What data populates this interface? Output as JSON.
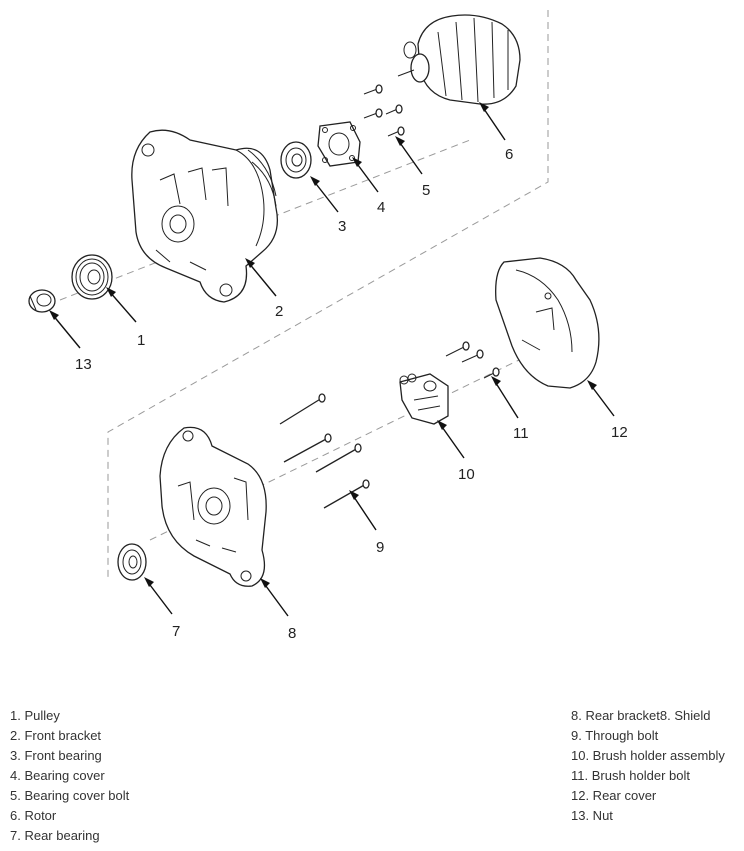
{
  "diagram": {
    "callouts": [
      "1",
      "2",
      "3",
      "4",
      "5",
      "6",
      "7",
      "8",
      "9",
      "10",
      "11",
      "12",
      "13"
    ]
  },
  "legend": {
    "left": [
      "1. Pulley",
      "2. Front bracket",
      "3. Front bearing",
      "4. Bearing cover",
      "5. Bearing cover bolt",
      "6. Rotor",
      "7. Rear bearing"
    ],
    "right": [
      "8. Rear bracket8. Shield",
      "9. Through bolt",
      "10. Brush holder assembly",
      "11. Brush holder bolt",
      "12. Rear cover",
      "13. Nut"
    ]
  }
}
